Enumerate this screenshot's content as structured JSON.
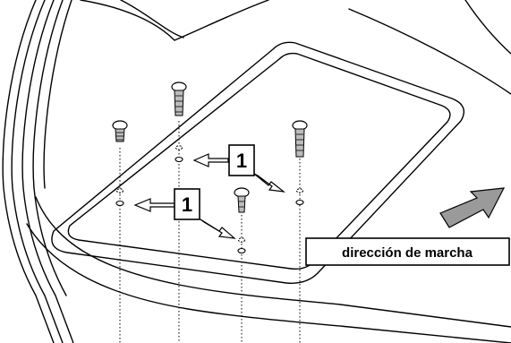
{
  "callouts": [
    {
      "number": "1"
    },
    {
      "number": "1"
    }
  ],
  "direction_label": "dirección de marcha",
  "colors": {
    "line": "#000000",
    "arrow_fill": "#9a9a9a",
    "background": "#ffffff",
    "screw_fill": "#bcbcbc"
  },
  "icons": [
    "screw-icon",
    "washer-icon",
    "direction-arrow-icon",
    "pointer-arrow-icon"
  ]
}
